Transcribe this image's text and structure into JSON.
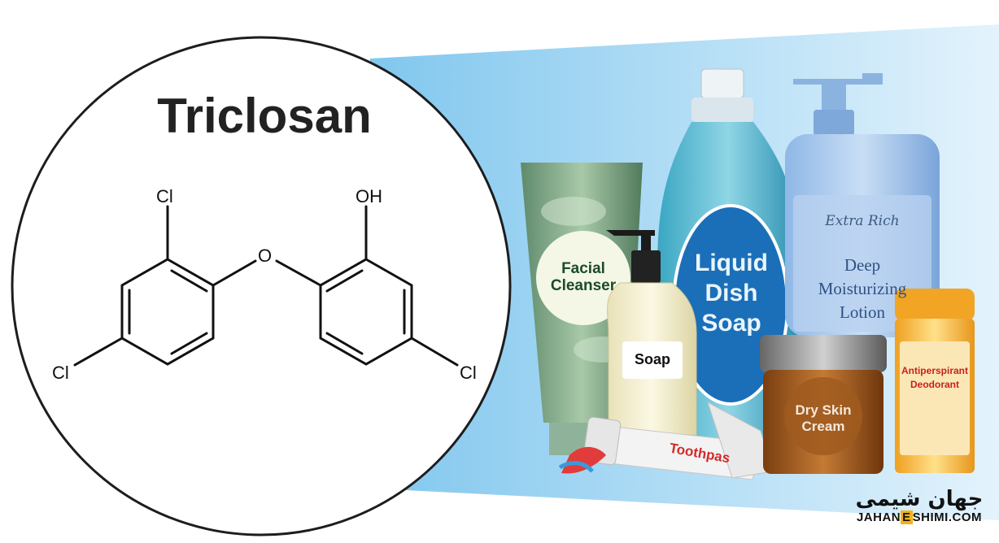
{
  "diagram": {
    "title": "Triclosan",
    "atoms": {
      "cl_top": "Cl",
      "oh": "OH",
      "o": "O",
      "cl_left": "Cl",
      "cl_right": "Cl"
    }
  },
  "products": {
    "facial_cleanser": "Facial\nCleanser",
    "soap": "Soap",
    "dish_soap": "Liquid\nDish\nSoap",
    "lotion_brand": "Extra Rich",
    "lotion_name": "Deep\nMoisturizing\nLotion",
    "deodorant": "Antiperspirant\nDeodorant",
    "cream": "Dry Skin\nCream",
    "toothpaste": "Toothpas"
  },
  "watermark": {
    "persian": "جهان شیمی",
    "domain_pre": "JAHAN",
    "domain_e": "E",
    "domain_post": "SHIMI.COM"
  }
}
